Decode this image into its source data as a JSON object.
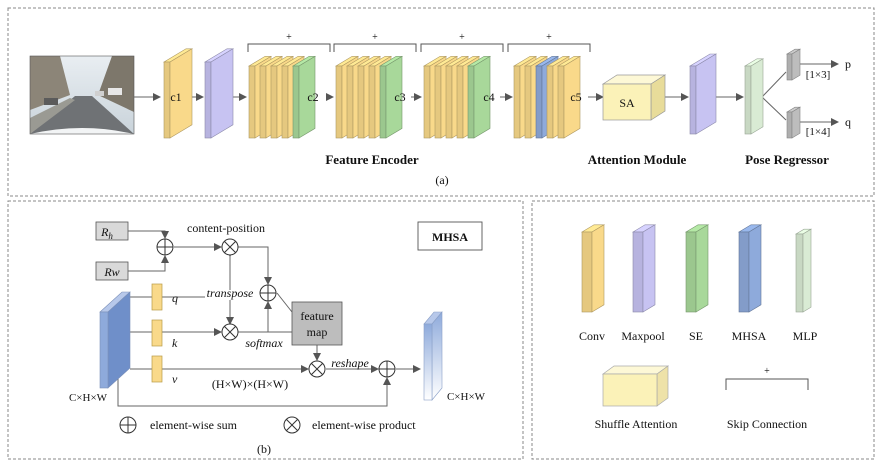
{
  "panel_a": {
    "labels": {
      "c1": "c1",
      "c2": "c2",
      "c3": "c3",
      "c4": "c4",
      "c5": "c5"
    },
    "skip_plus": "+",
    "sa_label": "SA",
    "out_p_dim": "[1×3]",
    "out_q_dim": "[1×4]",
    "out_p": "p",
    "out_q": "q",
    "feature_encoder": "Feature Encoder",
    "attention_module": "Attention Module",
    "pose_regressor": "Pose Regressor",
    "caption": "(a)"
  },
  "panel_b": {
    "rh": "R",
    "rh_sub": "h",
    "rw": "Rw",
    "content_position": "content-position",
    "title": "MHSA",
    "q": "q",
    "k": "k",
    "v": "v",
    "transpose": "transpose",
    "softmax": "softmax",
    "feature_map_line1": "feature",
    "feature_map_line2": "map",
    "reshape": "reshape",
    "hw_hw": "(H×W)×(H×W)",
    "chw_in": "C×H×W",
    "chw_out": "C×H×W",
    "legend_sum": "element-wise sum",
    "legend_product": "element-wise product",
    "caption": "(b)"
  },
  "legend": {
    "conv": "Conv",
    "maxpool": "Maxpool",
    "se": "SE",
    "mhsa": "MHSA",
    "mlp": "MLP",
    "shuffle_attention": "Shuffle Attention",
    "skip_connection": "Skip Connection",
    "skip_plus": "+"
  },
  "colors": {
    "conv": "#F9D98A",
    "maxpool": "#C7C3F2",
    "se": "#A8D89A",
    "mhsa": "#8EAADB",
    "mlp": "#D9EBD4",
    "sa": "#FBF2B8",
    "gray": "#BDBDBD"
  }
}
